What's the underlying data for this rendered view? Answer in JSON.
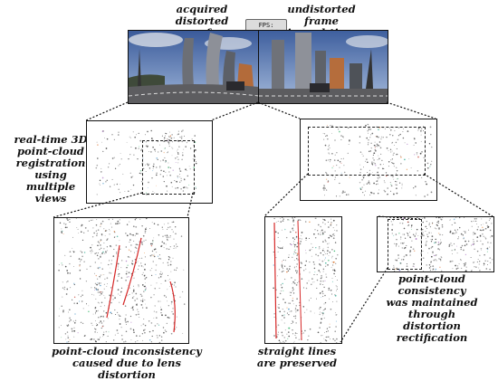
{
  "captions": {
    "acquired": [
      "acquired distorted",
      "sensor frame"
    ],
    "undistorted": [
      "undistorted frame",
      "in real-time"
    ],
    "registration": [
      "real-time 3D",
      "point-cloud",
      "registration using",
      "multiple views"
    ],
    "consistency": [
      "point-cloud consistency",
      "was maintained through",
      "distortion rectification"
    ],
    "inconsistency": [
      "point-cloud inconsistency",
      "caused due to lens distortion"
    ],
    "straight": [
      "straight lines",
      "are preserved"
    ]
  },
  "fps_label": "FPS: 71.653"
}
